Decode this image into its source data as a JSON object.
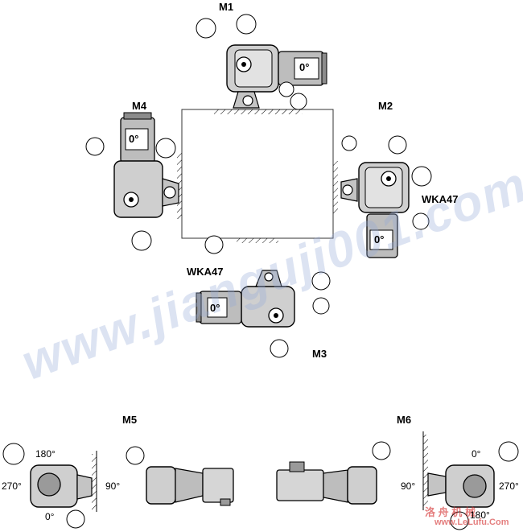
{
  "mounting_positions": {
    "m1": "M1",
    "m2": "M2",
    "m3": "M3",
    "m4": "M4",
    "m5": "M5",
    "m6": "M6"
  },
  "housing_labels": {
    "wka_top": "WKA47",
    "wka_bottom": "WKA47"
  },
  "motor_angle": "0°",
  "m5_angles": {
    "top": "180°",
    "left": "270°",
    "right": "90°",
    "bottom": "0°"
  },
  "m6_angles": {
    "top": "0°",
    "left": "90°",
    "right": "270°",
    "bottom": "180°"
  },
  "watermark": {
    "main": "www.jianguji001.com",
    "corner_cn": "洛 舟 机 械",
    "corner_url": "www.LeLufu.Com"
  },
  "colors": {
    "line": "#000000",
    "gray": "#8c8c8c",
    "light_gray": "#c4c4c4",
    "watermark": "#9caad8"
  },
  "icons": [
    "breather-valve-icon",
    "oil-level-plug-icon",
    "drain-plug-icon",
    "mounting-flange-icon"
  ]
}
